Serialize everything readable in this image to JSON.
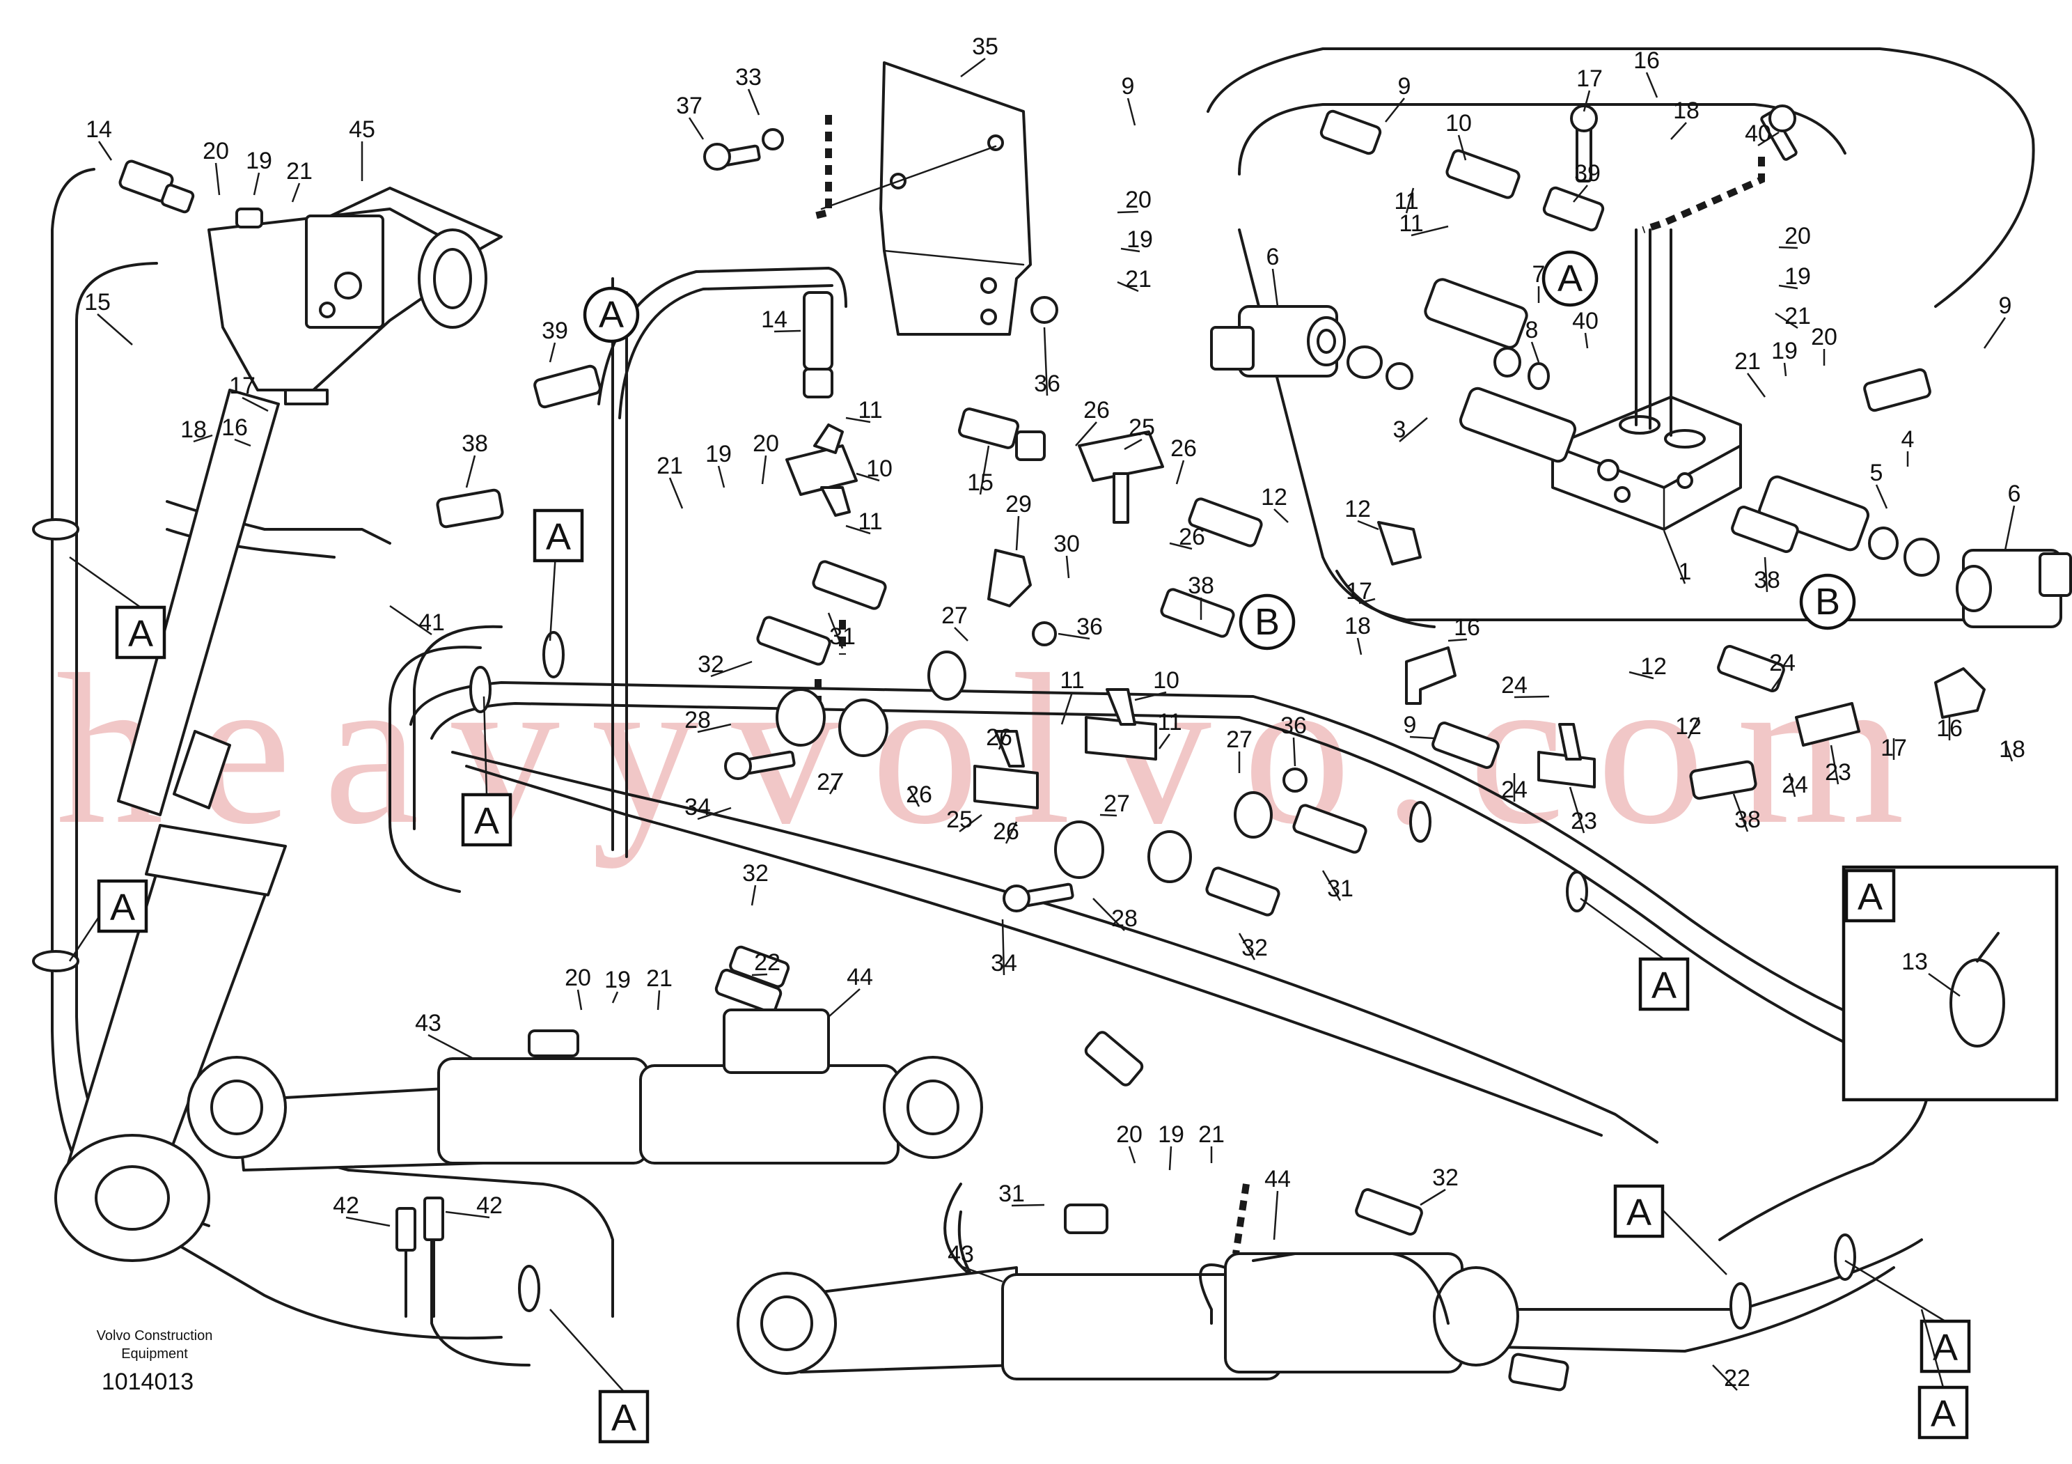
{
  "watermark": "heavyvolvo.com",
  "footer": {
    "brand_line1": "Volvo Construction",
    "brand_line2": "Equipment",
    "drawing_number": "1014013"
  },
  "detail_inset": {
    "tag": "A",
    "part_number": "13"
  },
  "part_numbers": {
    "p1": "1",
    "p3": "3",
    "p4": "4",
    "p5": "5",
    "p6a": "6",
    "p6b": "6",
    "p7": "7",
    "p8": "8",
    "p9a": "9",
    "p9b": "9",
    "p9c": "9",
    "p9d": "9",
    "p10a": "10",
    "p10b": "10",
    "p10c": "10",
    "p11a": "11",
    "p11b": "11",
    "p11c": "11",
    "p11d": "11",
    "p11e": "11",
    "p11f": "11",
    "p12a": "12",
    "p12b": "12",
    "p12c": "12",
    "p12d": "12",
    "p14a": "14",
    "p14b": "14",
    "p15a": "15",
    "p15b": "15",
    "p16a": "16",
    "p16b": "16",
    "p16c": "16",
    "p16d": "16",
    "p17a": "17",
    "p17b": "17",
    "p17c": "17",
    "p17d": "17",
    "p18a": "18",
    "p18b": "18",
    "p18c": "18",
    "p18d": "18",
    "p19a": "19",
    "p19b": "19",
    "p19c": "19",
    "p19d": "19",
    "p19e": "19",
    "p19f": "19",
    "p19g": "19",
    "p20a": "20",
    "p20b": "20",
    "p20c": "20",
    "p20d": "20",
    "p20e": "20",
    "p20f": "20",
    "p20g": "20",
    "p21a": "21",
    "p21b": "21",
    "p21c": "21",
    "p21d": "21",
    "p21e": "21",
    "p21f": "21",
    "p21g": "21",
    "p22a": "22",
    "p22b": "22",
    "p23a": "23",
    "p23b": "23",
    "p24a": "24",
    "p24b": "24",
    "p24c": "24",
    "p24d": "24",
    "p25a": "25",
    "p25b": "25",
    "p26a": "26",
    "p26b": "26",
    "p26c": "26",
    "p26d": "26",
    "p26e": "26",
    "p26f": "26",
    "p27a": "27",
    "p27b": "27",
    "p27c": "27",
    "p27d": "27",
    "p28a": "28",
    "p28b": "28",
    "p29": "29",
    "p30": "30",
    "p31a": "31",
    "p31b": "31",
    "p31c": "31",
    "p32a": "32",
    "p32b": "32",
    "p32c": "32",
    "p32d": "32",
    "p33": "33",
    "p34a": "34",
    "p34b": "34",
    "p35": "35",
    "p36a": "36",
    "p36b": "36",
    "p36c": "36",
    "p37": "37",
    "p38a": "38",
    "p38b": "38",
    "p38c": "38",
    "p38d": "38",
    "p39a": "39",
    "p39b": "39",
    "p40a": "40",
    "p40b": "40",
    "p41": "41",
    "p42a": "42",
    "p42b": "42",
    "p43a": "43",
    "p43b": "43",
    "p44a": "44",
    "p44b": "44",
    "p45": "45"
  },
  "view_refs": {
    "a1": "A",
    "a2": "A",
    "b1": "B",
    "b2": "B"
  },
  "section_tags": {
    "t1": "A",
    "t2": "A",
    "t3": "A",
    "t4": "A",
    "t5": "A",
    "t6": "A",
    "t7": "A",
    "t8": "A",
    "t9": "A"
  }
}
